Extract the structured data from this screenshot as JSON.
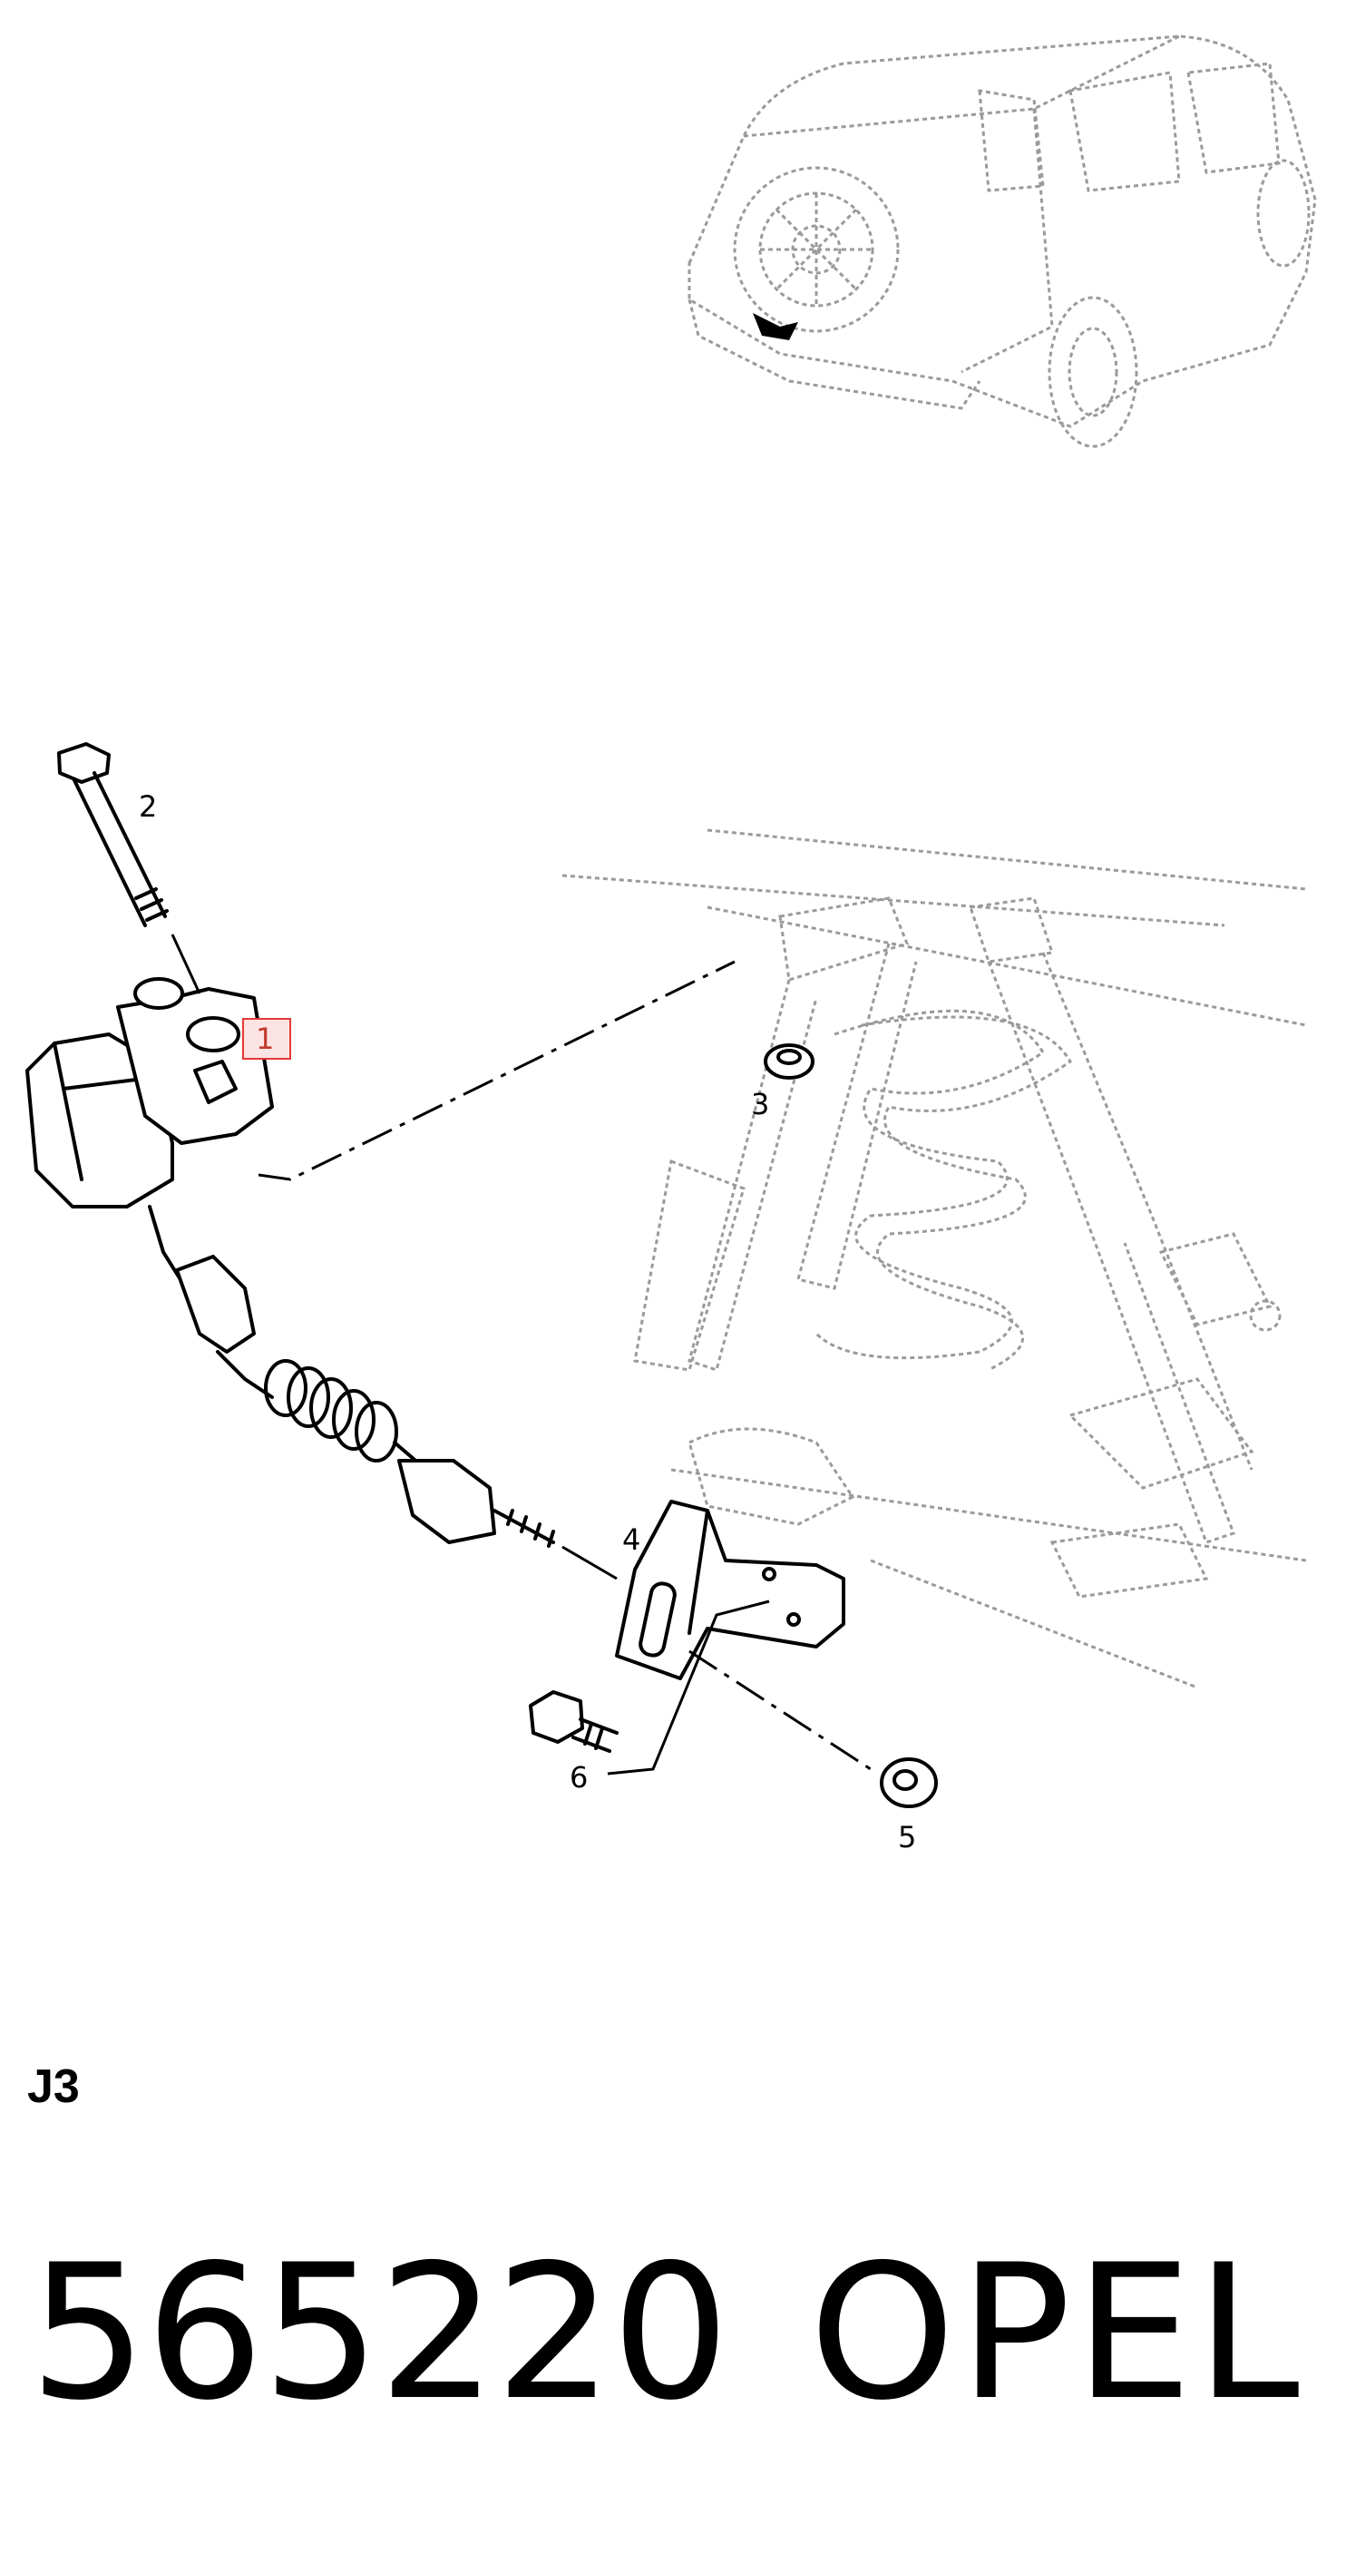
{
  "diagram": {
    "callouts": [
      "1",
      "2",
      "3",
      "4",
      "5",
      "6"
    ],
    "highlighted_callout": "1",
    "highlight_color": "#e53935"
  },
  "diagram_code": "J3",
  "footer": {
    "part_number": "565220",
    "brand": "OPEL"
  }
}
